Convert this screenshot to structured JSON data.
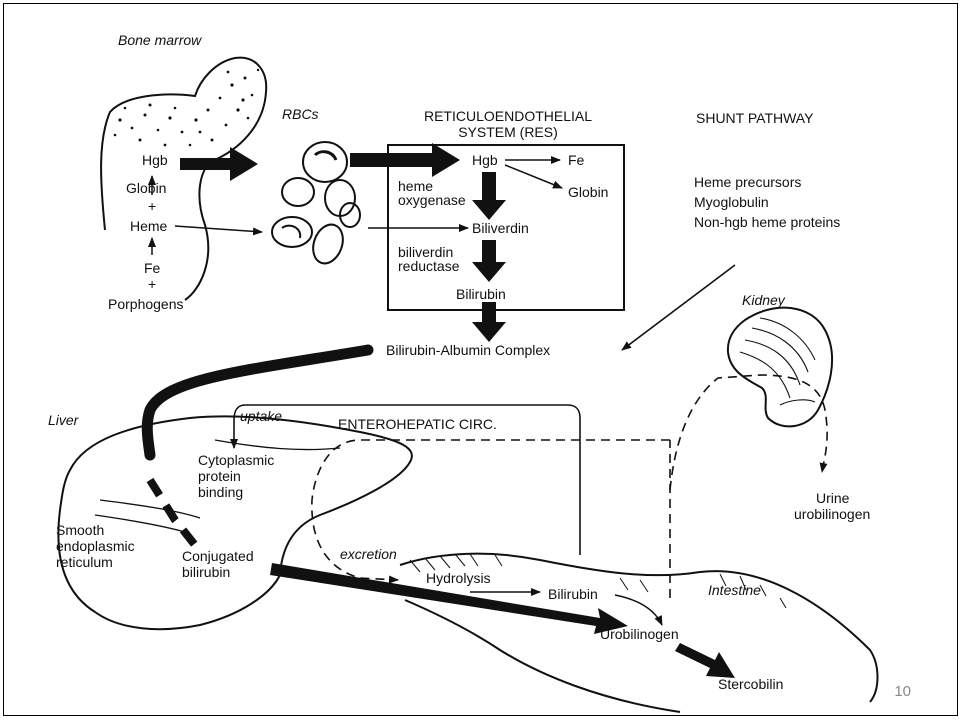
{
  "labels": {
    "bone_marrow": "Bone marrow",
    "hgb_marrow": "Hgb",
    "globin": "Globin",
    "plus1": "+",
    "heme": "Heme",
    "fe": "Fe",
    "plus2": "+",
    "porphogens": "Porphogens",
    "rbcs": "RBCs",
    "res_title_1": "RETICULOENDOTHELIAL",
    "res_title_2": "SYSTEM (RES)",
    "res_hgb": "Hgb",
    "res_fe": "Fe",
    "res_globin": "Globin",
    "heme_oxygenase_1": "heme",
    "heme_oxygenase_2": "oxygenase",
    "biliverdin": "Biliverdin",
    "biliverdin_reductase_1": "biliverdin",
    "biliverdin_reductase_2": "reductase",
    "bilirubin_res": "Bilirubin",
    "shunt_title": "SHUNT PATHWAY",
    "heme_precursors": "Heme precursors",
    "myoglobulin": "Myoglobulin",
    "non_hgb": "Non-hgb heme proteins",
    "kidney": "Kidney",
    "bilirubin_albumin": "Bilirubin-Albumin Complex",
    "liver": "Liver",
    "uptake": "uptake",
    "enterohepatic": "ENTEROHEPATIC CIRC.",
    "cyto_1": "Cytoplasmic",
    "cyto_2": "protein",
    "cyto_3": "binding",
    "smooth_1": "Smooth",
    "smooth_2": "endoplasmic",
    "smooth_3": "reticulum",
    "conj_1": "Conjugated",
    "conj_2": "bilirubin",
    "excretion": "excretion",
    "hydrolysis": "Hydrolysis",
    "bilirubin_int": "Bilirubin",
    "intestine": "Intestine",
    "urobilinogen": "Urobilinogen",
    "stercobilin": "Stercobilin",
    "urine_1": "Urine",
    "urine_2": "urobilinogen"
  },
  "page_number": "10"
}
